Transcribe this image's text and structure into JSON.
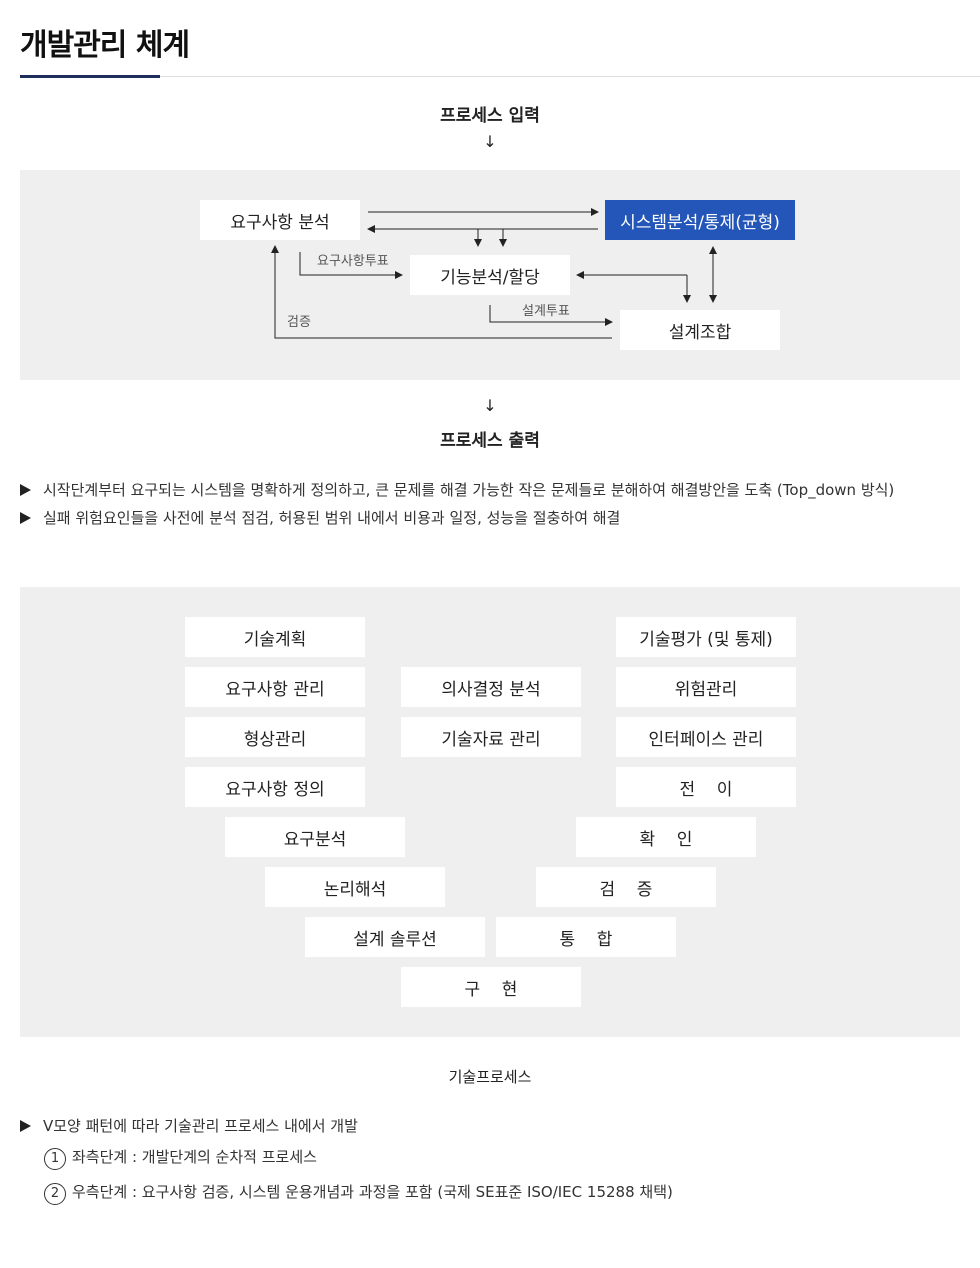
{
  "page": {
    "title": "개발관리 체계"
  },
  "process_flow": {
    "input_label": "프로세스 입력",
    "output_label": "프로세스 출력",
    "arrow": "↓",
    "nodes": {
      "requirements_analysis": "요구사항 분석",
      "system_analysis": "시스템분석/통제(균형)",
      "function_analysis": "기능분석/할당",
      "design_synthesis": "설계조합"
    },
    "edge_labels": {
      "requirements_loop": "요구사항투표",
      "design_loop": "설계투표",
      "verification": "검증"
    }
  },
  "bullets_top": [
    "시작단계부터 요구되는 시스템을 명확하게 정의하고, 큰 문제를 해결 가능한 작은 문제들로 분해하여 해결방안을 도축 (Top_down 방식)",
    "실패 위험요인들을 사전에 분석 점검, 허용된 범위 내에서 비용과 일정, 성능을 절충하여 해결"
  ],
  "v_model": {
    "caption": "기술프로세스",
    "left": [
      "기술계획",
      "요구사항 관리",
      "형상관리",
      "요구사항 정의",
      "요구분석",
      "논리해석",
      "설계 솔루션"
    ],
    "middle": [
      "의사결정 분석",
      "기술자료 관리"
    ],
    "right": [
      "기술평가 (및 통제)",
      "위험관리",
      "인터페이스 관리",
      "전    이",
      "확    인",
      "검    증",
      "통    합"
    ],
    "bottom": "구    현"
  },
  "bullets_bottom": {
    "main": "V모양 패턴에 따라 기술관리 프로세스 내에서 개발",
    "subs": [
      {
        "num": "1",
        "text": "좌측단계 : 개발단계의 순차적 프로세스"
      },
      {
        "num": "2",
        "text": "우측단계 : 요구사항 검증, 시스템 운용개념과 과정을 포함 (국제 SE표준 ISO/IEC 15288 채택)"
      }
    ]
  }
}
